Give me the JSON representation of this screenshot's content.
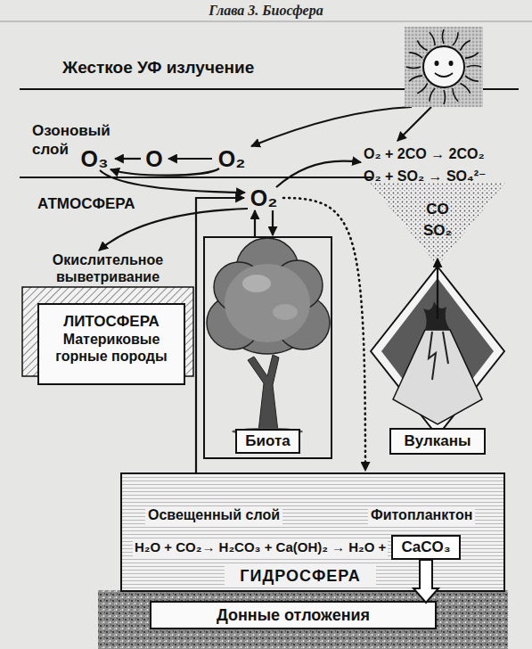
{
  "diagram": {
    "nodes": [
      {
        "text": [
          "Жесткое УФ излучение"
        ]
      },
      {
        "text": [
          "Озоновый слой"
        ]
      },
      {
        "text": [
          "O₃"
        ],
        "in": 1
      },
      {
        "text": [
          "O"
        ],
        "in": 1
      },
      {
        "text": [
          "O₂"
        ],
        "in": 1
      },
      {
        "text": [
          "O₂ + 2CO → 2CO₂",
          "O₂ + SO₂ → SO₄²⁻"
        ]
      },
      {
        "text": [
          "O₂"
        ]
      },
      {
        "text": [
          "Окислительное выветривание"
        ]
      },
      {
        "text": [
          "ЛИТОСФЕРА",
          "Материковые горные породы"
        ],
        "in": 7
      },
      {
        "text": [
          "Биота"
        ]
      },
      {
        "text": [
          "Вулканы"
        ]
      },
      {
        "text": [
          "CO SO₂"
        ]
      },
      {
        "text": [
          "Освещенный слой",
          "Фитопланктон",
          "H₂O + CO₂→ H₂CO₃ + Ca(OH)₂ → H₂O +",
          "ГИДРОСФЕРА"
        ]
      },
      {
        "text": [
          "CaCO₃"
        ],
        "in": 12
      },
      {
        "text": [
          "Донные отложения"
        ]
      }
    ],
    "edges": [
      {
        "from": 4,
        "to": 3,
        "arrow": "to"
      },
      {
        "from": 3,
        "to": 2,
        "arrow": "to"
      },
      {
        "from": 4,
        "to": 2,
        "arrow": "to"
      },
      {
        "from": 2,
        "to": 6,
        "arrow": "to"
      },
      {
        "from": 6,
        "to": 5,
        "arrow": "to"
      },
      {
        "from": 6,
        "to": 7,
        "arrow": "to"
      },
      {
        "from": 6,
        "to": 9,
        "arrow": "to"
      },
      {
        "from": 9,
        "to": 6,
        "arrow": "to"
      },
      {
        "from": 12,
        "to": 6,
        "arrow": "to"
      },
      {
        "from": 6,
        "to": 12,
        "arrow": "to"
      },
      {
        "from": 10,
        "to": 11,
        "arrow": "to"
      },
      {
        "from": 13,
        "to": 14,
        "arrow": "to"
      }
    ],
    "labels": [
      "Глава 3. Биосфера",
      "АТМОСФЕРА"
    ]
  }
}
